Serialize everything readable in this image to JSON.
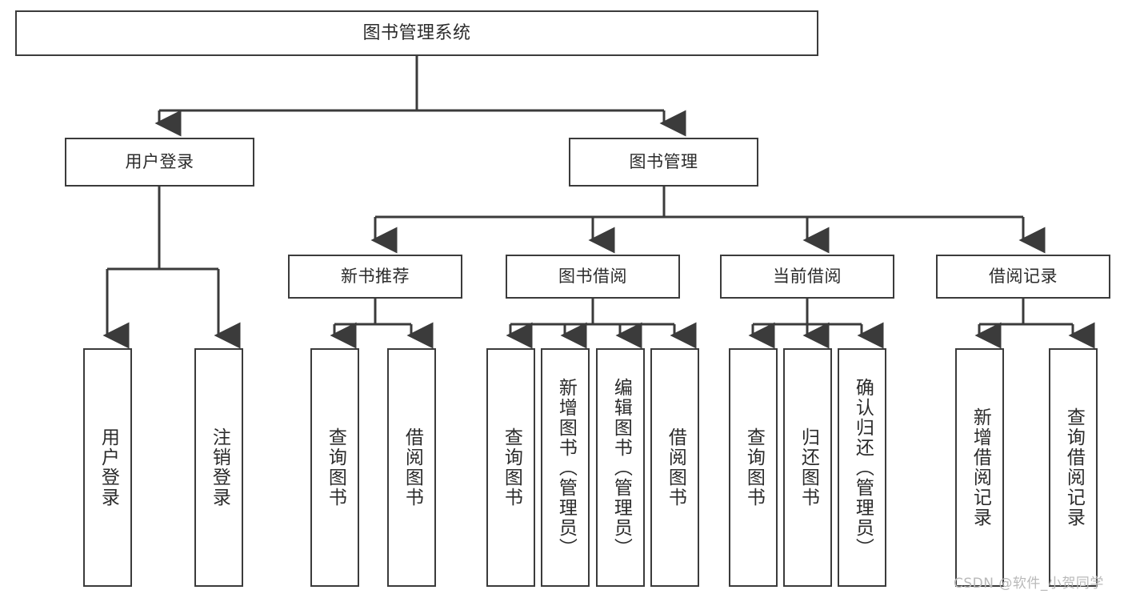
{
  "diagram": {
    "title": "图书管理系统",
    "watermark": "CSDN @软件_小贺同学",
    "colors": {
      "border": "#3b3b3b",
      "text": "#2b2b2b",
      "background": "#ffffff",
      "connector": "#3b3b3b",
      "watermark": "#b9b9b9"
    },
    "nodes": {
      "root": {
        "label": "图书管理系统"
      },
      "level1": [
        {
          "label": "用户登录"
        },
        {
          "label": "图书管理"
        }
      ],
      "level2": [
        {
          "label": "新书推荐"
        },
        {
          "label": "图书借阅"
        },
        {
          "label": "当前借阅"
        },
        {
          "label": "借阅记录"
        }
      ],
      "leaves": {
        "user_login": [
          {
            "label": "用户登录"
          },
          {
            "label": "注销登录"
          }
        ],
        "new_book": [
          {
            "label": "查询图书"
          },
          {
            "label": "借阅图书"
          }
        ],
        "book_borrow": [
          {
            "label": "查询图书"
          },
          {
            "label": "新增图书（管理员）"
          },
          {
            "label": "编辑图书（管理员）"
          },
          {
            "label": "借阅图书"
          }
        ],
        "current_borrow": [
          {
            "label": "查询图书"
          },
          {
            "label": "归还图书"
          },
          {
            "label": "确认归还（管理员）"
          }
        ],
        "borrow_record": [
          {
            "label": "新增借阅记录"
          },
          {
            "label": "查询借阅记录"
          }
        ]
      }
    }
  }
}
